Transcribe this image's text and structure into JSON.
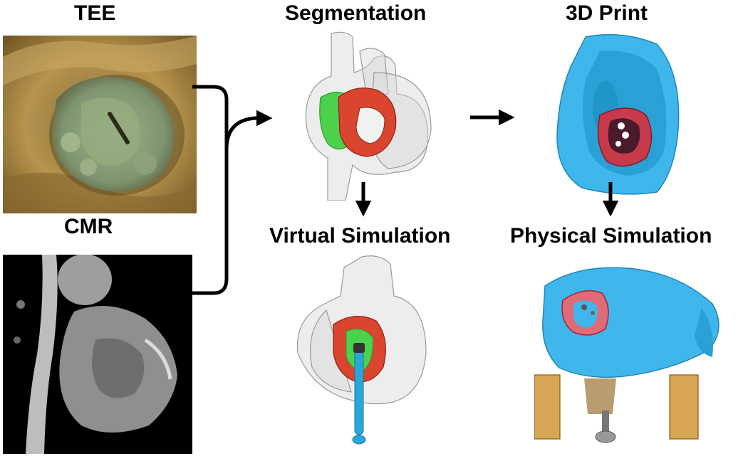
{
  "labels": {
    "tee": "TEE",
    "cmr": "CMR",
    "segmentation": "Segmentation",
    "print": "3D Print",
    "virtual": "Virtual Simulation",
    "physical": "Physical Simulation"
  },
  "colors": {
    "tee_tissue": "#b89a5a",
    "cmr_background": "#000000",
    "cmr_tissue": "#bdbdbd",
    "ghost_heart": "#d6d6d6",
    "segment_red": "#d9452e",
    "segment_green": "#4bd14b",
    "print_blue": "#3fb7ec",
    "print_red": "#c73a4c",
    "device_blue": "#2aa7d6",
    "stand_amber": "#c98a1e",
    "arrow": "#000000"
  }
}
